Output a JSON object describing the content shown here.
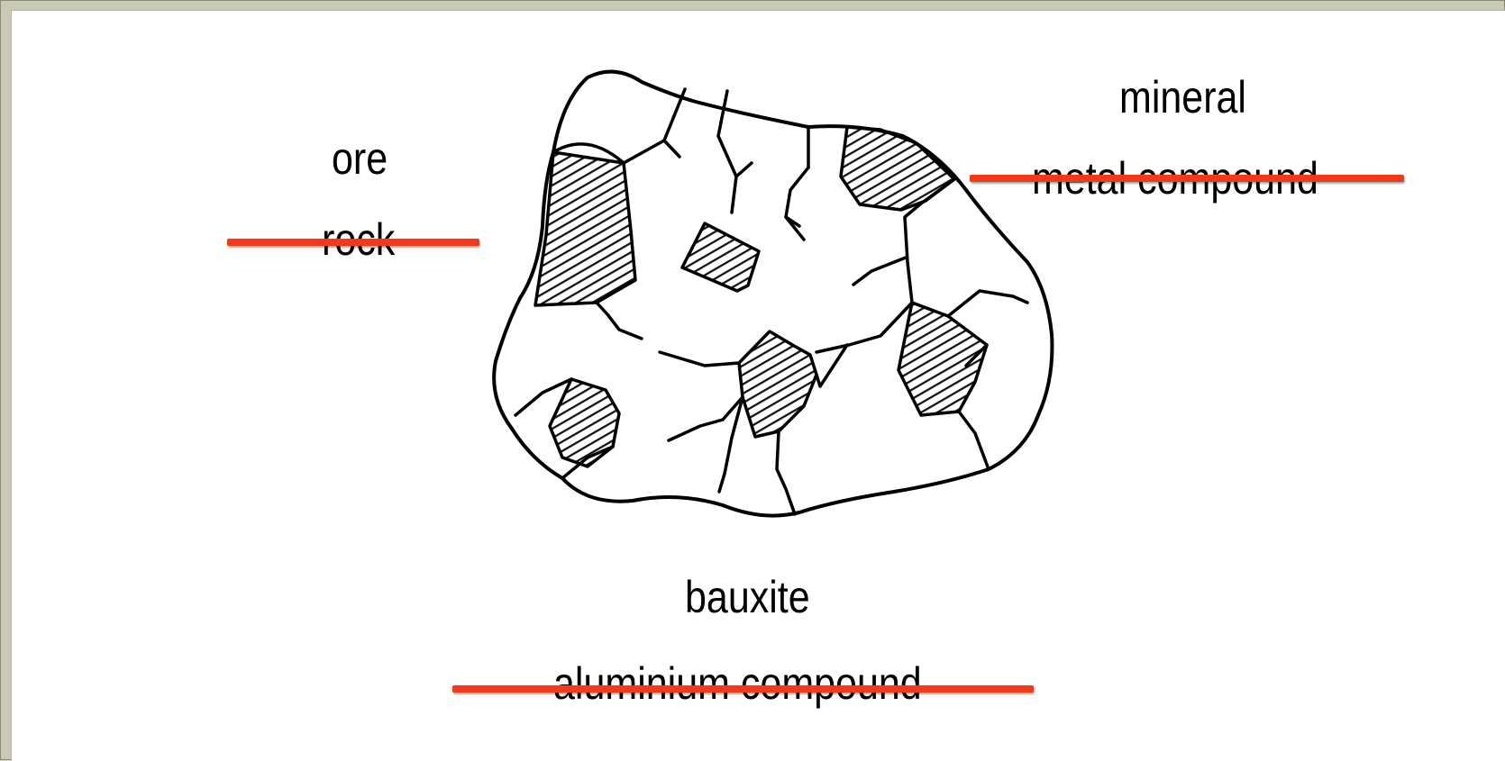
{
  "labels": {
    "ore": "ore",
    "rock": "rock",
    "mineral": "mineral",
    "metal_compound": "metal compound",
    "bauxite": "bauxite",
    "aluminium_compound": "aluminium compound"
  },
  "colors": {
    "strike_line": "#f23a1a",
    "outline": "#000000",
    "background": "#ffffff",
    "frame": "#c9c9b8"
  },
  "struck_out_labels": [
    "rock",
    "metal compound",
    "aluminium compound"
  ]
}
